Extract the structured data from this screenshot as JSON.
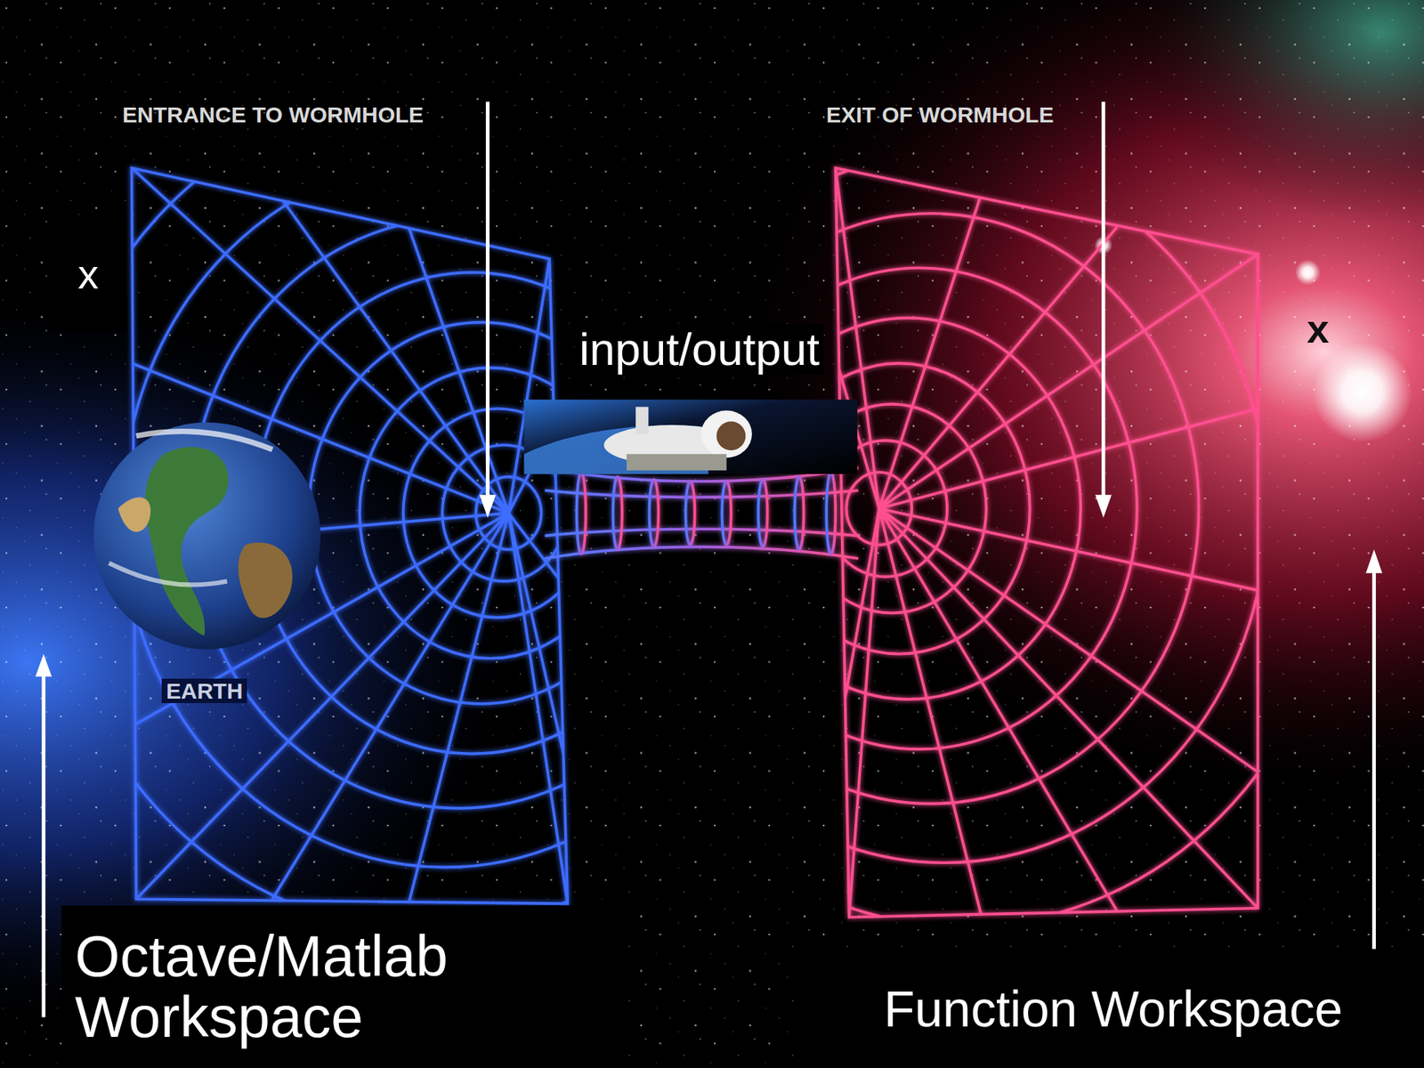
{
  "diagram": {
    "nodes": [
      {
        "text": [
          "x"
        ]
      },
      {
        "text": [
          "Octave/Matlab Workspace"
        ]
      },
      {
        "text": [
          "Function Workspace"
        ]
      }
    ],
    "labels": [
      "ENTRANCE TO WORMHOLE",
      "EXIT OF WORMHOLE",
      "input/output",
      "EARTH",
      "x"
    ]
  }
}
